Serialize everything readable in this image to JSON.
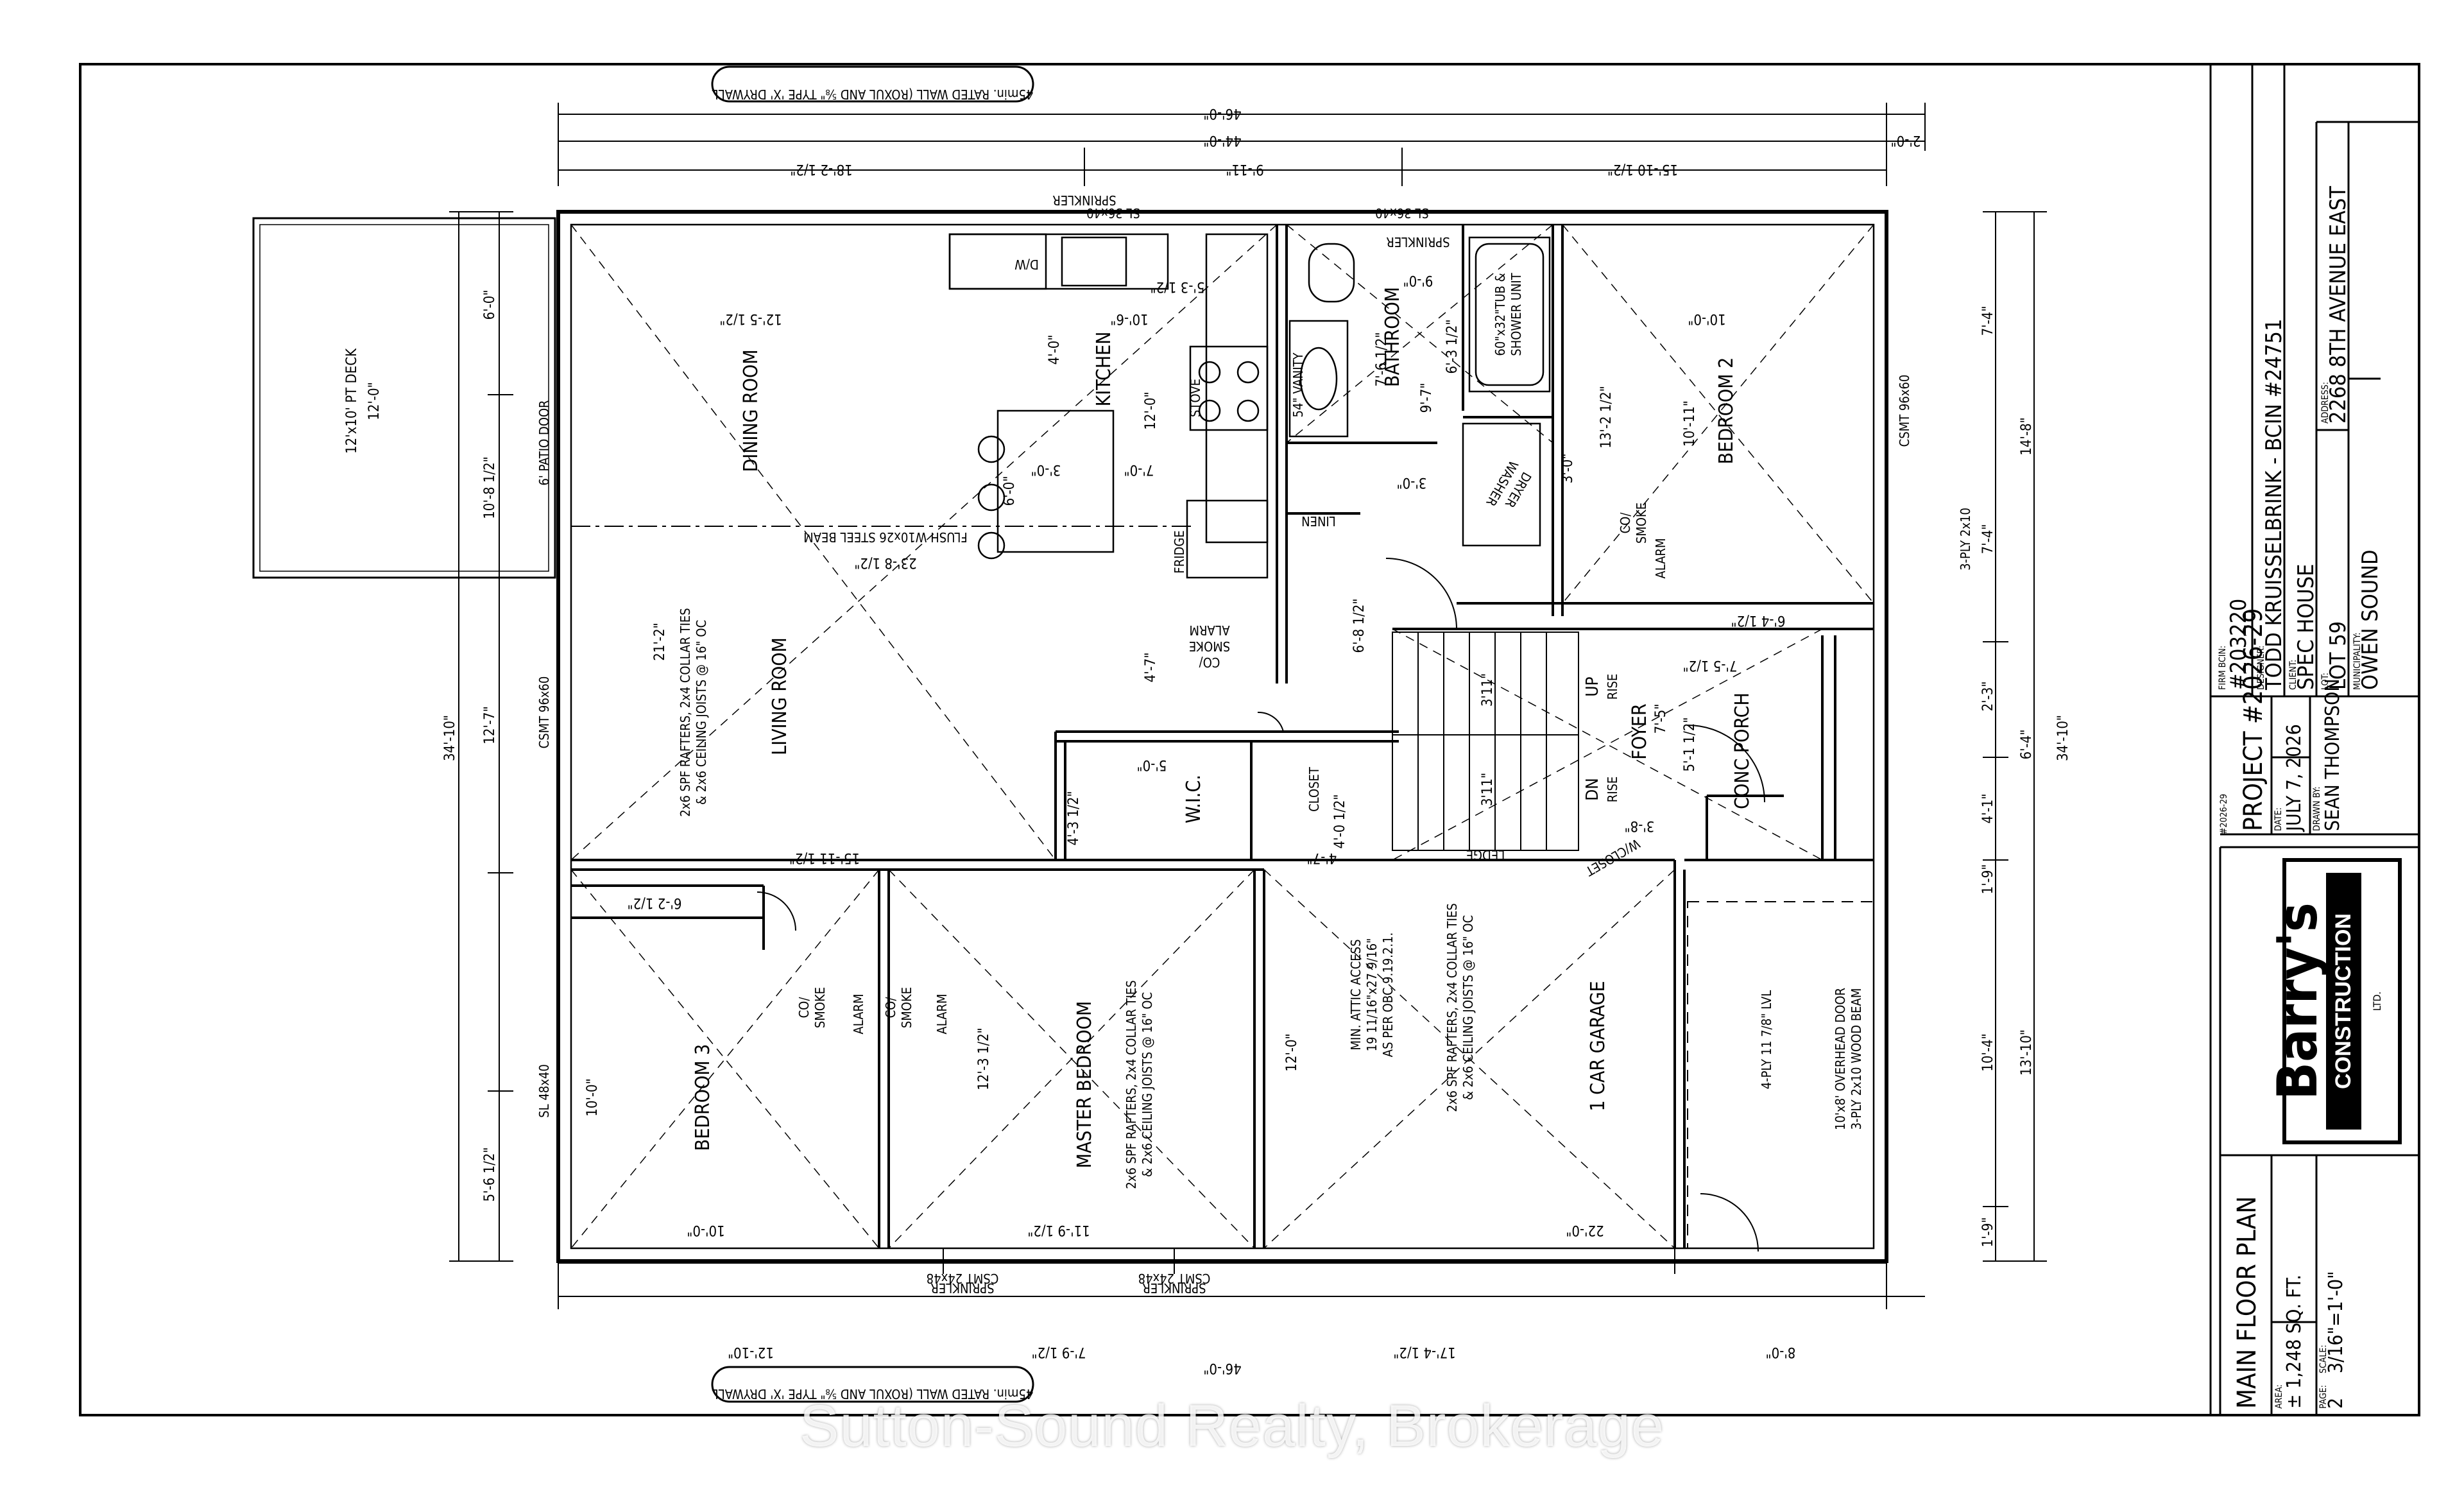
{
  "rooms": {
    "dining": "DINING ROOM",
    "kitchen": "KITCHEN",
    "bathroom": "BATHROOM",
    "bedroom2": "BEDROOM 2",
    "living": "LIVING ROOM",
    "foyer": "FOYER",
    "porch": "CONC PORCH",
    "wic": "W.I.C.",
    "closet": "CLOSET",
    "bedroom3": "BEDROOM 3",
    "master": "MASTER BEDROOM",
    "garage": "1 CAR GARAGE",
    "deck_line1": "12'x10' PT DECK",
    "deck_line2": "12'-0\""
  },
  "fixtures": {
    "stove": "STOVE",
    "fridge": "FRIDGE",
    "dw": "D/W",
    "vanity": "54\" VANITY",
    "tub1": "60\"x32\"TUB &",
    "tub2": "SHOWER UNIT",
    "washer": "WASHER",
    "dryer": "DRYER",
    "linen": "LINEN",
    "ledge": "LEDGE",
    "wcloset": "W/CLOSET",
    "up": "UP",
    "dn": "DN",
    "rise": "RISE",
    "patio": "6' PATIO DOOR",
    "alarm_a": "CO/",
    "alarm_b": "SMOKE",
    "alarm_c": "ALARM"
  },
  "notes": {
    "wall_top": "45min. RATED WALL (ROXUL AND ⅝\" TYPE 'X' DRYWALL",
    "wall_bottom": "45min. RATED WALL (ROXUL AND ⅝\" TYPE 'X' DRYWALL",
    "rafter_living1": "2x6 SPF RAFTERS, 2x4 COLLAR TIES",
    "rafter_living2": "& 2x6 CEILING JOISTS @ 16\" OC",
    "rafter_master1": "2x6 SPF RAFTERS, 2x4 COLLAR TIES",
    "rafter_master2": "& 2x6 CEILING JOISTS @ 16\" OC",
    "rafter_garage1": "2x6 SPF RAFTERS, 2x4 COLLAR TIES",
    "rafter_garage2": "& 2x6 CEILING JOISTS @ 16\" OC",
    "attic1": "MIN. ATTIC ACCESS",
    "attic2": "19 11/16\"x27 9/16\"",
    "attic3": "AS PER OBC 9.19.2.1.",
    "beam": "FLUSH W10x26 STEEL BEAM",
    "lvl": "4-PLY 11 7/8\" LVL",
    "ohd1": "10'x8' OVERHEAD DOOR",
    "ohd2": "3-PLY 2x10 WOOD BEAM",
    "ply": "3-PLY 2x10",
    "sprinkler": "SPRINKLER",
    "sl36": "SL 36x40",
    "sl48": "SL 48x40",
    "csmt96": "CSMT 96x60",
    "csmt24": "CSMT 24x48"
  },
  "dims": {
    "top_46": "46'-0\"",
    "top_44": "44'-0\"",
    "top_2": "2'-0\"",
    "top_182": "18'-2 1/2\"",
    "top_911": "9'-11\"",
    "top_1510": "15'-10 1/2\"",
    "bot_46": "46'-0\"",
    "bot_1210": "12'-10\"",
    "bot_79": "7'-9 1/2\"",
    "bot_174": "17'-4 1/2\"",
    "bot_8": "8'-0\"",
    "left_6": "6'-0\"",
    "left_108": "10'-8 1/2\"",
    "left_3410": "34'-10\"",
    "left_127": "12'-7\"",
    "left_56": "5'-6 1/2\"",
    "right_74a": "7'-4\"",
    "right_148": "14'-8\"",
    "right_74b": "7'-4\"",
    "right_23": "2'-3\"",
    "right_64": "6'-4\"",
    "right_3410": "34'-10\"",
    "right_41": "4'-1\"",
    "right_19a": "1'-9\"",
    "right_104": "10'-4\"",
    "right_1310": "13'-10\"",
    "right_19b": "1'-9\"",
    "dining_w": "12'-5 1/2\"",
    "living_h": "21'-2\"",
    "living_w": "15'-11 1/2\"",
    "beam_len": "23'-8 1/2\"",
    "kit_106": "10'-6\"",
    "kit_4": "4'-0\"",
    "kit_12": "12'-0\"",
    "kit_53": "5'-3 1/2\"",
    "kit_6": "6'-0\"",
    "kit_7": "7'-0\"",
    "kit_3": "3'-0\"",
    "bath_9": "9'-0\"",
    "bath_97": "9'-7\"",
    "bath_63": "6'-3 1/2\"",
    "bath_76": "7'-6 1/2\"",
    "bath_30": "3'-0\"",
    "bed2_10": "10'-0\"",
    "bed2_1011": "10'-11\"",
    "bed2_132": "13'-2 1/2\"",
    "bed2_64": "6'-4 1/2\"",
    "bed2_30": "3'-0\"",
    "hall_47": "4'-7\"",
    "hall_68": "6'-8 1/2\"",
    "foyer_75": "7'-5\"",
    "foyer_51": "5'-1 1/2\"",
    "foyer_75b": "7'-5 1/2\"",
    "stair_311a": "3'11\"",
    "stair_311b": "3'11\"",
    "stair_38": "3'-8\"",
    "wic_5": "5'-0\"",
    "wic_43": "4'-3 1/2\"",
    "clo_40": "4'-0 1/2\"",
    "clo_47": "4'-7\"",
    "b3_10": "10'-0\"",
    "b3_10b": "10'-0\"",
    "b3_62": "6'-2 1/2\"",
    "mb_123": "12'-3 1/2\"",
    "mb_119": "11'-9 1/2\"",
    "gar_12": "12'-0\"",
    "gar_22": "22'-0\""
  },
  "title_block": {
    "firm_bcin_label": "FIRM BCIN:",
    "firm_bcin": "#203220",
    "designer_label": "DESIGNER:",
    "designer": "TODD KRUISSELBRINK - BCIN #24751",
    "client_label": "CLIENT:",
    "client": "SPEC HOUSE",
    "lot_label": "LOT:",
    "lot": "LOT 59",
    "address_label": "ADDRESS:",
    "address": "2268 8TH AVENUE EAST",
    "project_no": "#2026-29",
    "project": "PROJECT #2026-29",
    "municipality_label": "MUNICIPALITY:",
    "municipality": "OWEN SOUND",
    "date_label": "DATE:",
    "date": "JULY 7, 2026",
    "drawn_label": "DRAWN BY:",
    "drawn": "SEAN THOMPSON",
    "logo_top": "Barry's",
    "logo_bottom": "CONSTRUCTION",
    "logo_ltd": "LTD.",
    "sheet_title": "MAIN FLOOR PLAN",
    "area_label": "AREA:",
    "area": "± 1,248 SQ. FT.",
    "page_label": "PAGE:",
    "page": "2",
    "scale_label": "SCALE:",
    "scale": "3/16\"=1'-0\""
  },
  "watermark": "Sutton-Sound Realty, Brokerage"
}
